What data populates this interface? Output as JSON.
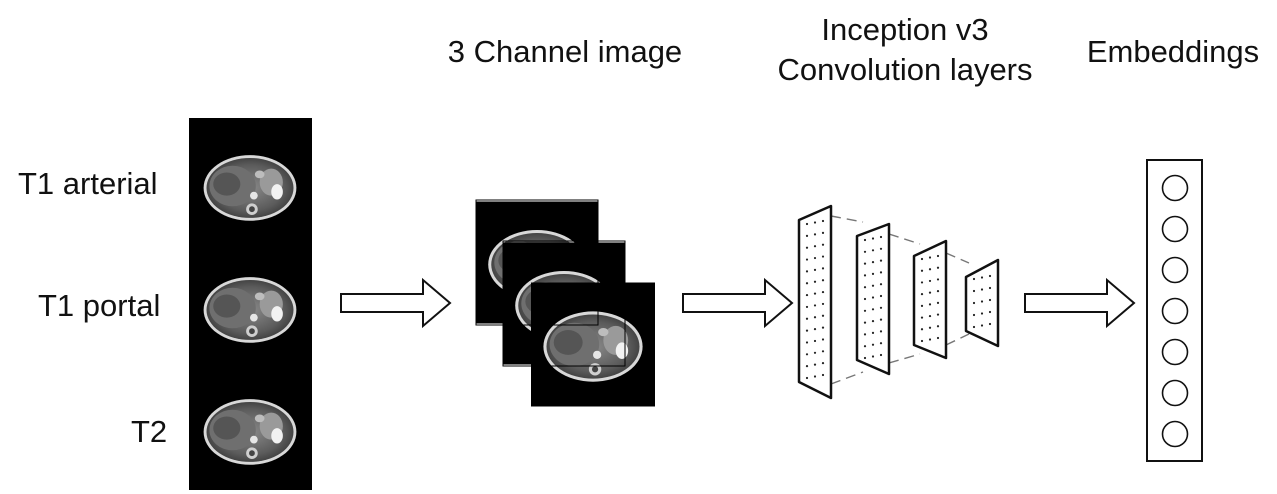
{
  "headings": {
    "three_channel": "3 Channel image",
    "inception_line1": "Inception v3",
    "inception_line2": "Convolution layers",
    "embeddings": "Embeddings"
  },
  "sequences": [
    {
      "label": "T1 arterial"
    },
    {
      "label": "T1 portal"
    },
    {
      "label": "T2"
    }
  ],
  "embedding_units": 7,
  "colors": {
    "background": "#ffffff",
    "stroke": "#111111",
    "scan_bg": "#000000",
    "dash": "#777777"
  }
}
